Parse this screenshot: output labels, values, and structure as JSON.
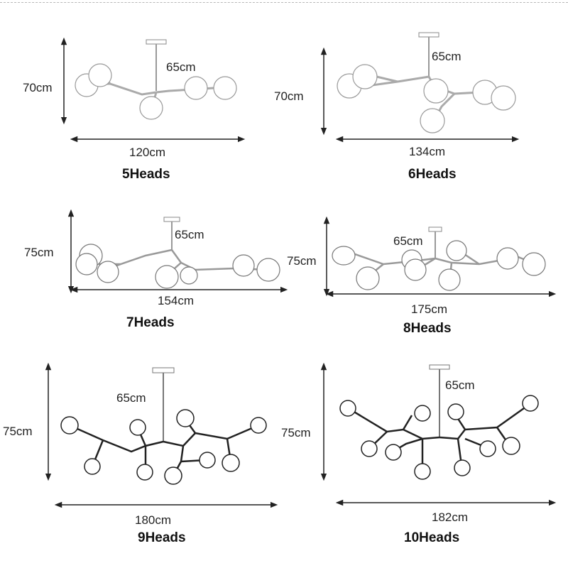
{
  "variants": [
    {
      "id": "5",
      "height": "70cm",
      "drop": "65cm",
      "width": "120cm",
      "label": "5Heads"
    },
    {
      "id": "6",
      "height": "70cm",
      "drop": "65cm",
      "width": "134cm",
      "label": "6Heads"
    },
    {
      "id": "7",
      "height": "75cm",
      "drop": "65cm",
      "width": "154cm",
      "label": "7Heads"
    },
    {
      "id": "8",
      "height": "75cm",
      "drop": "65cm",
      "width": "175cm",
      "label": "8Heads"
    },
    {
      "id": "9",
      "height": "75cm",
      "drop": "65cm",
      "width": "180cm",
      "label": "9Heads"
    },
    {
      "id": "10",
      "height": "75cm",
      "drop": "65cm",
      "width": "182cm",
      "label": "10Heads"
    }
  ]
}
